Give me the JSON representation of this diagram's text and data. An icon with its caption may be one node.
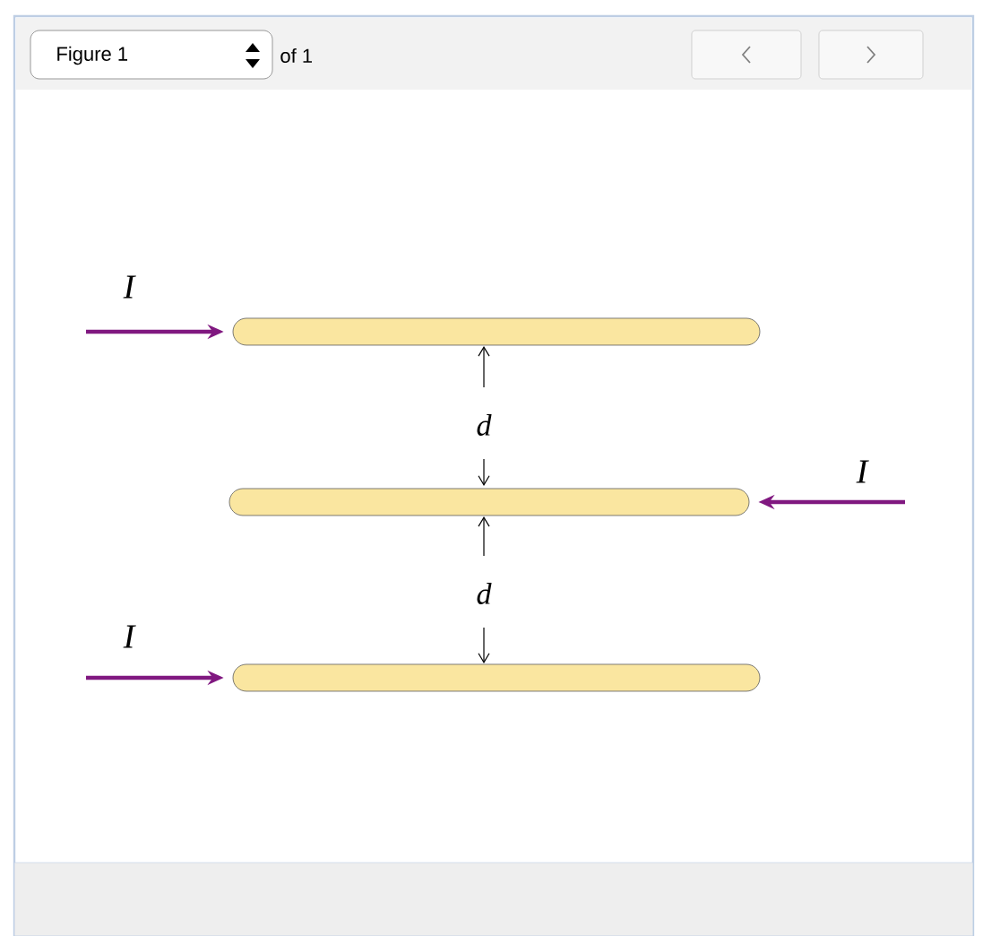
{
  "diagram": {
    "nodes": [
      {
        "text": [],
        "shape": "bar"
      },
      {
        "text": [],
        "shape": "bar"
      },
      {
        "text": [],
        "shape": "bar"
      }
    ],
    "edges": [
      {
        "from": null,
        "to": 0,
        "arrow": "to",
        "label": "I"
      },
      {
        "from": null,
        "to": 1,
        "arrow": "to",
        "label": "I"
      },
      {
        "from": null,
        "to": 2,
        "arrow": "to",
        "label": "I"
      }
    ],
    "labels": [
      "Figure 1",
      "of 1",
      "d",
      "d"
    ]
  }
}
